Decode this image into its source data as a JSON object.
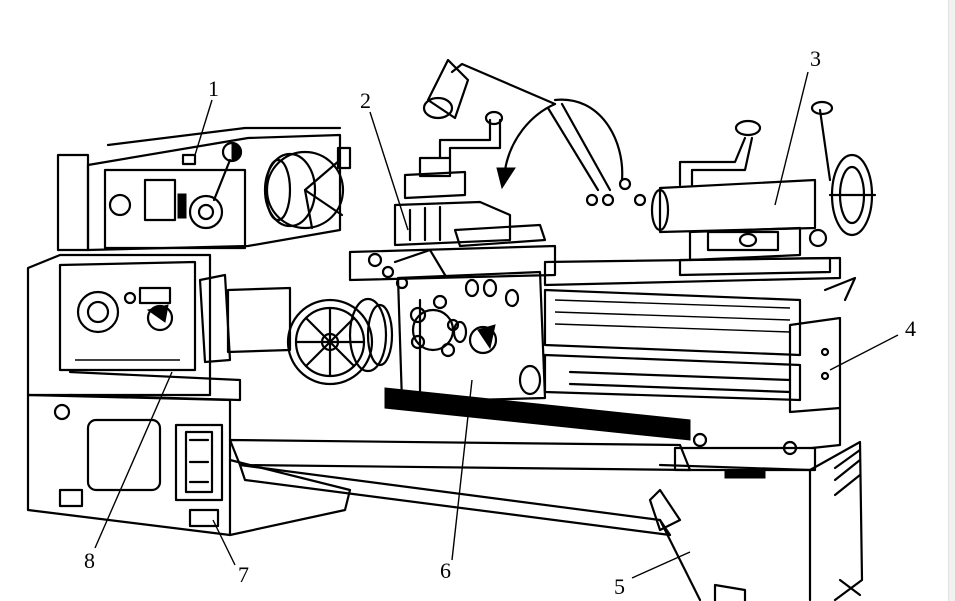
{
  "labels": [
    {
      "id": "headstock",
      "text": "1"
    },
    {
      "id": "tool-post",
      "text": "2"
    },
    {
      "id": "tailstock",
      "text": "3"
    },
    {
      "id": "rear-bed-leg",
      "text": "4"
    },
    {
      "id": "rear-base",
      "text": "5"
    },
    {
      "id": "apron",
      "text": "6"
    },
    {
      "id": "front-base",
      "text": "7"
    },
    {
      "id": "feed-box",
      "text": "8"
    }
  ]
}
